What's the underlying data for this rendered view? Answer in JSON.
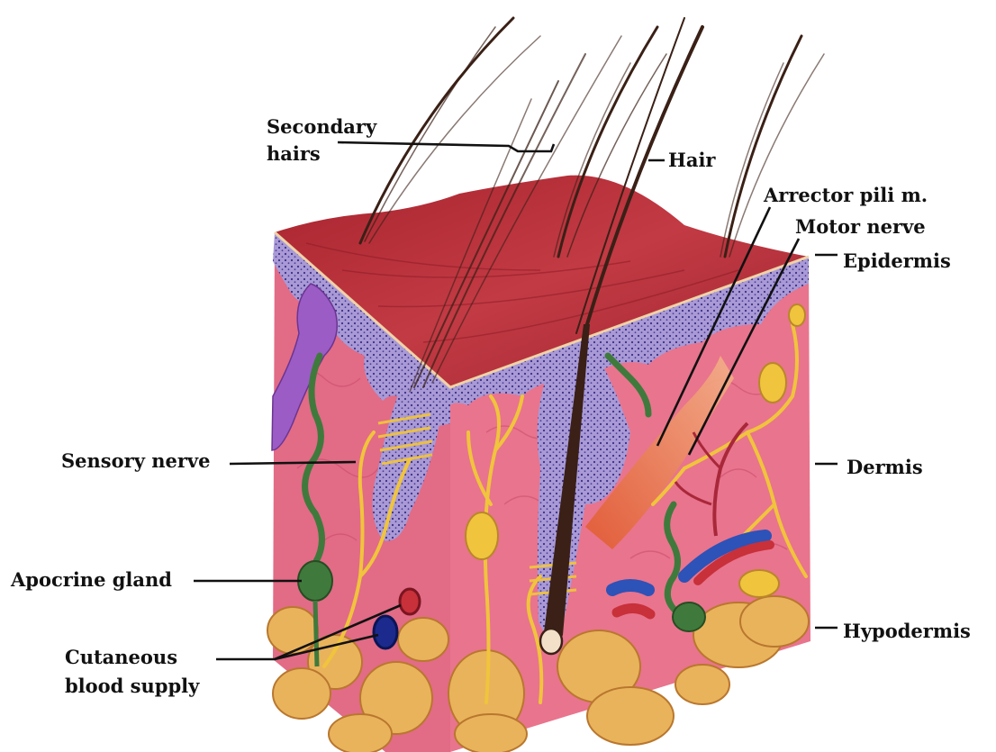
{
  "labels": {
    "secondary_hairs_line1": "Secondary",
    "secondary_hairs_line2": "hairs",
    "hair": "Hair",
    "arrector_pili": "Arrector pili m.",
    "motor_nerve": "Motor nerve",
    "epidermis": "Epidermis",
    "dermis": "Dermis",
    "hypodermis": "Hypodermis",
    "sensory_nerve": "Sensory nerve",
    "apocrine_gland": "Apocrine gland",
    "cutaneous_line1": "Cutaneous",
    "cutaneous_line2": "blood supply"
  },
  "colors": {
    "skin_surface": "#b52d38",
    "epidermis_layer": "#9d8fd0",
    "dermis": "#e46f8a",
    "hypodermis_fat": "#e8b45e",
    "nerve": "#f0c43c",
    "gland": "#3f7a3c",
    "hair": "#3a2016",
    "artery": "#c8303a",
    "vein": "#2d52b8",
    "muscle": "#d95a3a"
  }
}
